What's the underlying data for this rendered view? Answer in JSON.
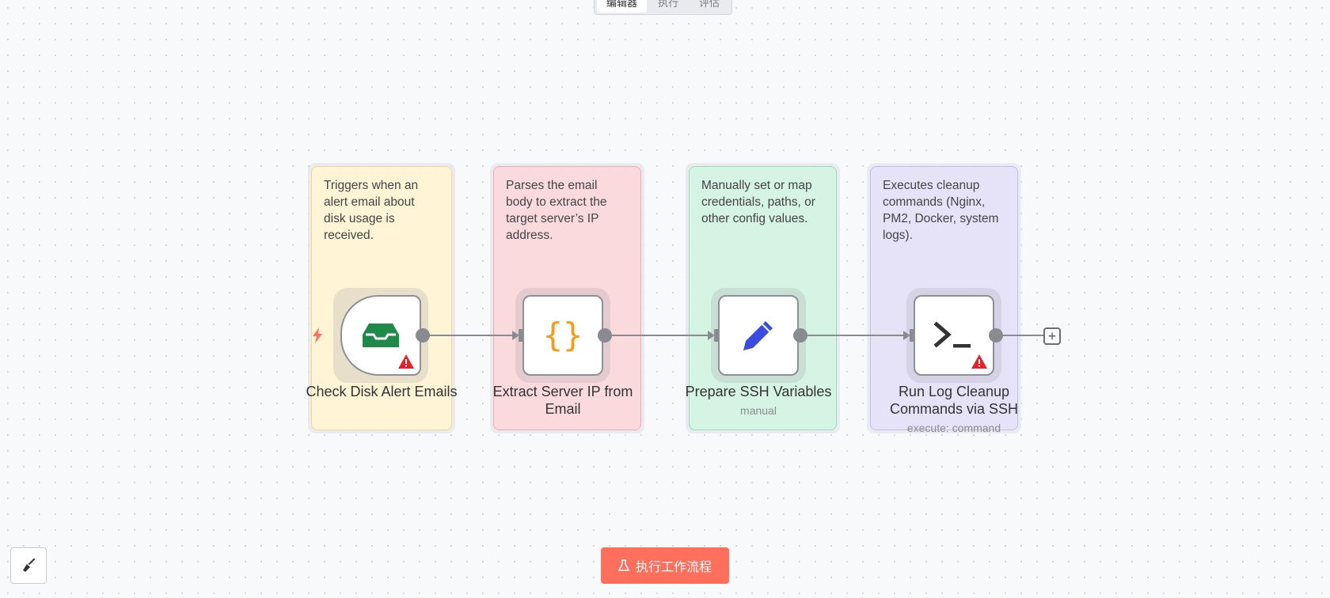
{
  "tabs": [
    {
      "label": "编辑器",
      "active": true
    },
    {
      "label": "执行",
      "active": false
    },
    {
      "label": "评估",
      "active": false
    }
  ],
  "notes": [
    {
      "text": "Triggers when an\nalert email about\ndisk usage is\nreceived.",
      "bg": "#fff4d6",
      "border": "#f5d98f"
    },
    {
      "text": "Parses the email\nbody to extract the\ntarget server’s IP\naddress.",
      "bg": "#fbdadd",
      "border": "#f2aeb4"
    },
    {
      "text": "Manually set or map\ncredentials, paths, or\nother config values.",
      "bg": "#d5f4e4",
      "border": "#98e0bb"
    },
    {
      "text": "Executes cleanup\ncommands (Nginx,\nPM2, Docker, system\nlogs).",
      "bg": "#e6e3f8",
      "border": "#c4bdef"
    }
  ],
  "nodes": [
    {
      "label": "Check Disk Alert Emails",
      "subtitle": "",
      "icon": "inbox-icon",
      "warning": true
    },
    {
      "label": "Extract Server IP from Email",
      "subtitle": "",
      "icon": "code-braces-icon",
      "warning": false
    },
    {
      "label": "Prepare SSH Variables",
      "subtitle": "manual",
      "icon": "pencil-icon",
      "warning": false
    },
    {
      "label": "Run Log Cleanup Commands via SSH",
      "subtitle": "execute: command",
      "icon": "terminal-icon",
      "warning": true
    }
  ],
  "run_button": {
    "label": "执行工作流程",
    "icon": "flask-icon",
    "color": "#ff6f5c"
  },
  "clean_button": {
    "icon": "broom-icon"
  },
  "add_node": {
    "icon": "plus-icon",
    "glyph": "+"
  },
  "trigger_marker": {
    "icon": "lightning-icon",
    "color": "#ff6f5c"
  }
}
